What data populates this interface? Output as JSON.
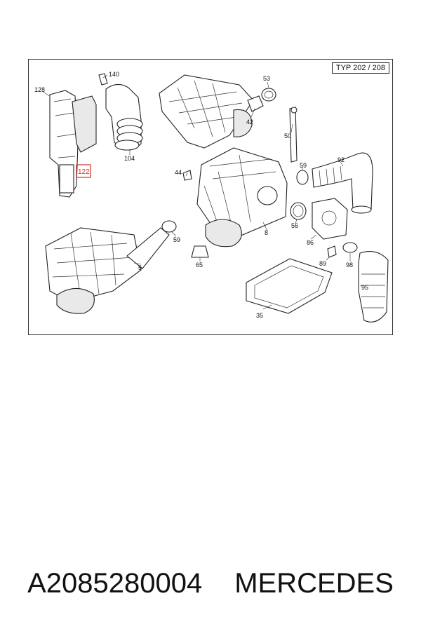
{
  "header": {
    "type_label": "TYP 202 / 208"
  },
  "callouts": [
    {
      "id": "c128",
      "text": "128"
    },
    {
      "id": "c140",
      "text": "140"
    },
    {
      "id": "c104",
      "text": "104"
    },
    {
      "id": "c122",
      "text": "122"
    },
    {
      "id": "c53",
      "text": "53"
    },
    {
      "id": "c42",
      "text": "42"
    },
    {
      "id": "c50",
      "text": "50"
    },
    {
      "id": "c44",
      "text": "44"
    },
    {
      "id": "c59a",
      "text": "59"
    },
    {
      "id": "c92",
      "text": "92"
    },
    {
      "id": "c56",
      "text": "56"
    },
    {
      "id": "c8",
      "text": "8"
    },
    {
      "id": "c59b",
      "text": "59"
    },
    {
      "id": "c86",
      "text": "86"
    },
    {
      "id": "c5",
      "text": "5"
    },
    {
      "id": "c65",
      "text": "65"
    },
    {
      "id": "c89",
      "text": "89"
    },
    {
      "id": "c98",
      "text": "98"
    },
    {
      "id": "c95",
      "text": "95"
    },
    {
      "id": "c35",
      "text": "35"
    }
  ],
  "highlight": {
    "callout": "122",
    "color": "#d4302b"
  },
  "caption": {
    "part_number": "A2085280004",
    "brand": "MERCEDES"
  }
}
